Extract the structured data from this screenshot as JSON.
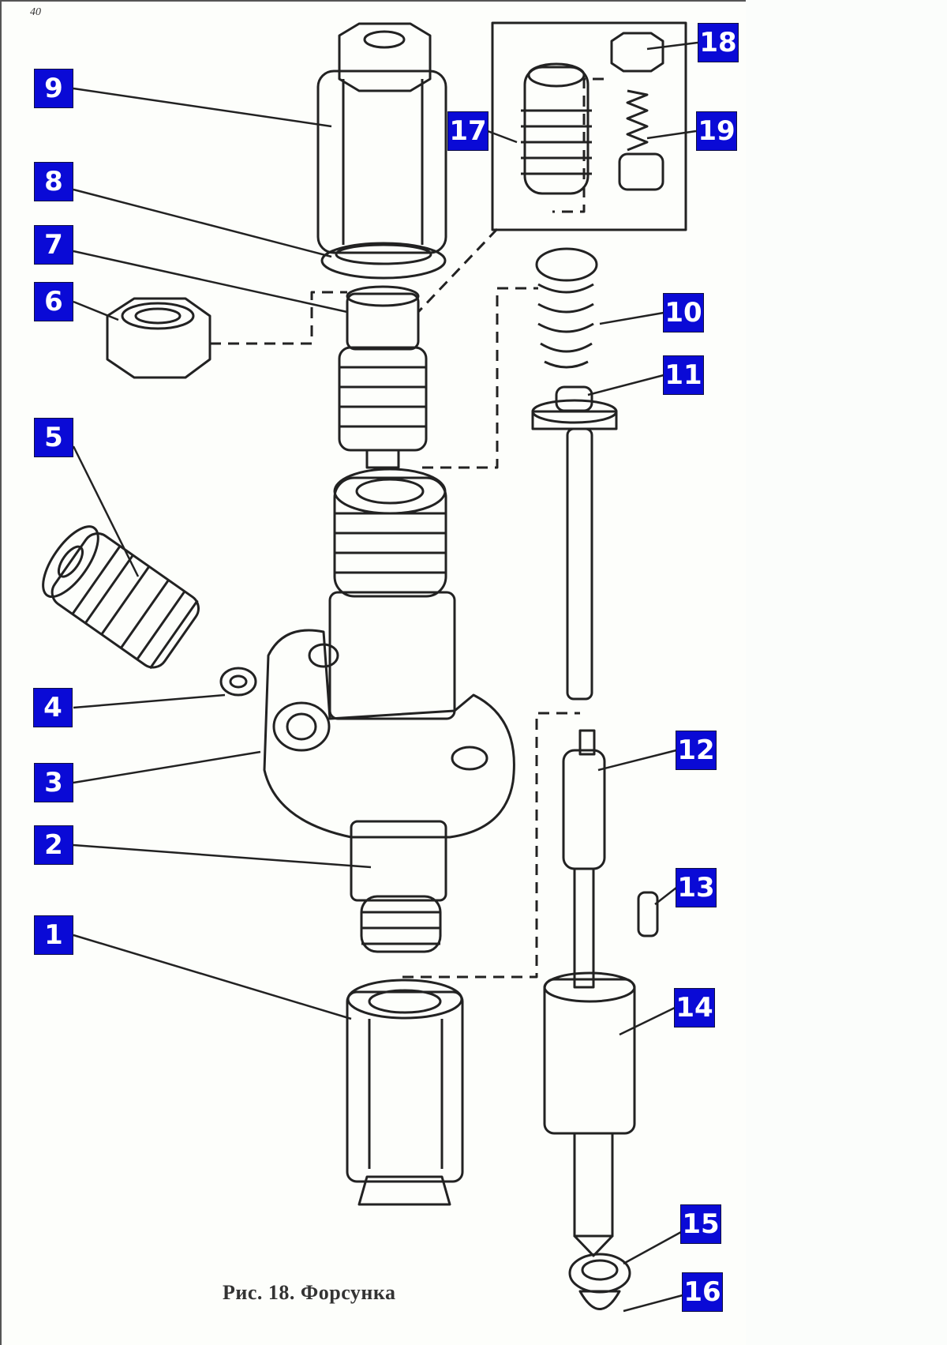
{
  "corner_mark": "40",
  "caption": "Рис. 18. Форсунка",
  "label_color": "#0a0ad6",
  "labels": {
    "p1": "1",
    "p2": "2",
    "p3": "3",
    "p4": "4",
    "p5": "5",
    "p6": "6",
    "p7": "7",
    "p8": "8",
    "p9": "9",
    "p10": "10",
    "p11": "11",
    "p12": "12",
    "p13": "13",
    "p14": "14",
    "p15": "15",
    "p16": "16",
    "p17": "17",
    "p18": "18",
    "p19": "19"
  }
}
